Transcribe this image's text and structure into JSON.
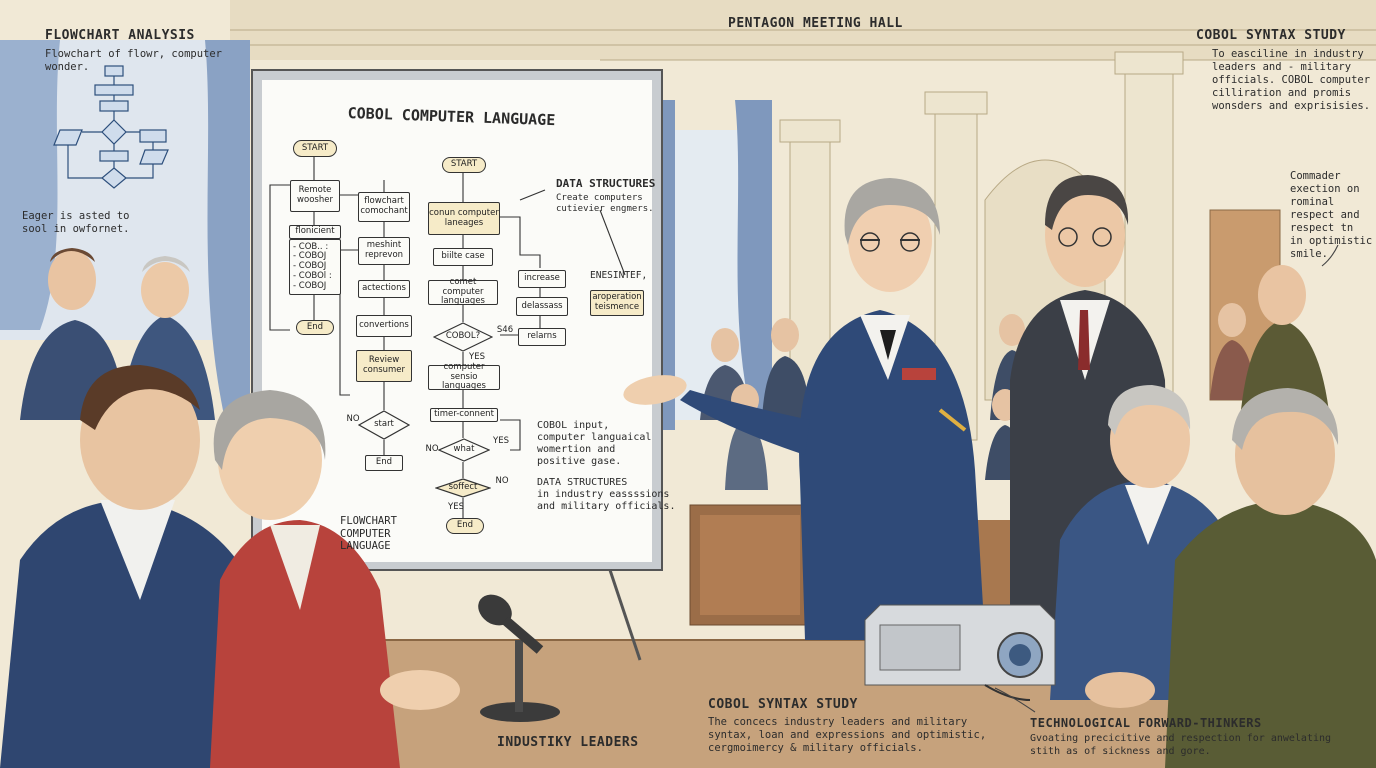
{
  "colors": {
    "paper": "#f4eddc",
    "navy": "#2f4a78",
    "navy_dark": "#22365a",
    "red_jacket": "#b8433c",
    "olive": "#5b5a35",
    "suit_dark": "#3b3f47",
    "wood": "#a36f45",
    "wall": "#ece3cc"
  },
  "labels": {
    "pentagon": "PENTAGON MEETING HALL",
    "flow_analysis_title": "FLOWCHART ANALYSIS",
    "flow_analysis_body": [
      "Flowchart of flowr, computer",
      "wonder."
    ],
    "eager": [
      "Eager is asted to",
      "sool in owfornet."
    ],
    "syntax_top_title": "COBOL SYNTAX STUDY",
    "syntax_top_body": [
      "To easciline in industry",
      "leaders and - military",
      "officials. COBOL computer",
      "cilliration and promis",
      "wonsders and exprisisies."
    ],
    "commander": [
      "Commader",
      "exection on",
      "rominal",
      "respect and",
      "respect tn",
      "in optimistic",
      "smile."
    ],
    "syntax_bottom_title": "COBOL SYNTAX STUDY",
    "syntax_bottom_body": [
      "The concecs industry leaders and military",
      "syntax, loan and expressions and optimistic,",
      "cergmoimercy & military officials."
    ],
    "tech_title": "TECHNOLOGICAL FORWARD-THINKERS",
    "tech_body": [
      "Gvoating precicitive and respection for anwelating",
      "stith as of sickness and gore."
    ],
    "industry": "INDUSTIKY LEADERS"
  },
  "board": {
    "title": "COBOL COMPUTER LANGUAGE",
    "start_left": "START",
    "start_center": "START",
    "remote": "Remote\nwoosher",
    "flonicient": "flonicient",
    "cobol_list": "- COB.. :\n- COBOJ\n- COBOJ\n- COBOl :\n- COBOJ",
    "end_left": "End",
    "flowchart_comochant": "flowchart\ncomochant",
    "meshint": "meshint\nreprevon",
    "actections": "actections",
    "convertions": "convertions",
    "review": "Review\nconsumer",
    "start_diamond": "start",
    "no_left": "NO",
    "end_mid": "End",
    "conn_computer": "conun computer\nlaneages",
    "biilte": "biilte case",
    "comet": "comet computer\nlanguages",
    "cobol_q": "COBOL?",
    "s46": "S46",
    "yes1": "YES",
    "computer_sensio": "computer sensio\nlanguages",
    "timer": "timer-connent",
    "what": "what",
    "no_what": "NO",
    "yes_what": "YES",
    "soffect": "soffect",
    "yes_soffect": "YES",
    "no_soffect": "NO",
    "end_center": "End",
    "increase": "increase",
    "delassass": "delassass",
    "relarns": "relarns",
    "data_struct_title": "DATA STRUCTURES",
    "data_struct_body": "Create computers\ncutievier engmers.",
    "ensintef": "ENESINTEF,",
    "aroperation": "aroperation\nteismence",
    "cobol_input": "COBOL input,\ncomputer languaical\nwomertion and\npositive gase.",
    "data_struct2": "DATA STRUCTURES\nin industry eassssions\nand military officials.",
    "flowchart_lang": "FLOWCHART\nCOMPUTER\nLANGUAGE"
  }
}
